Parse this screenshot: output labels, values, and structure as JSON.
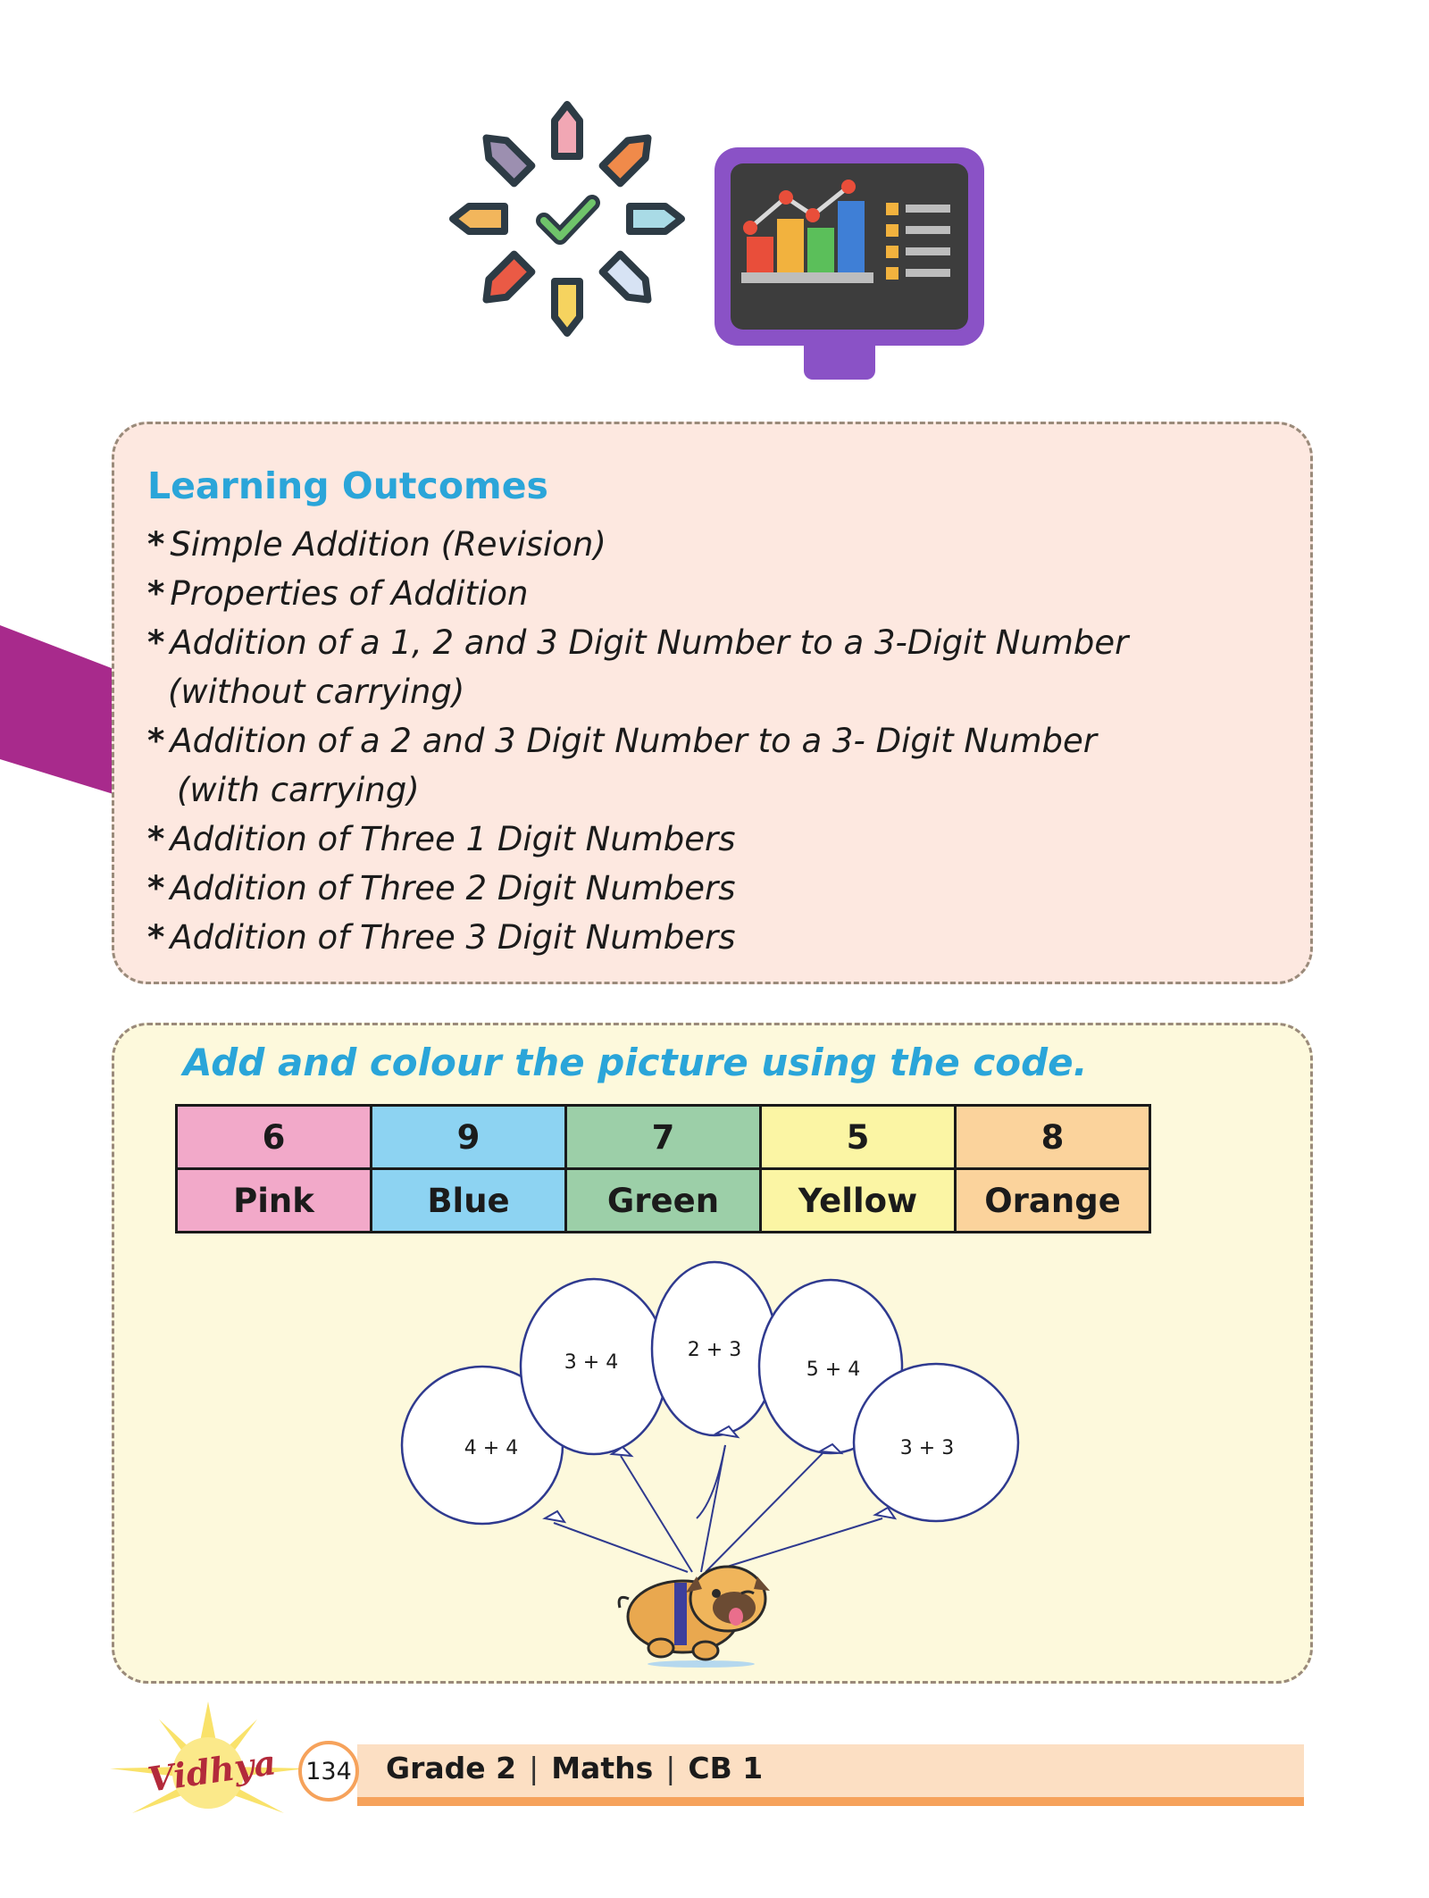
{
  "learning_outcomes": {
    "title": "Learning Outcomes",
    "bullet": "*",
    "items": [
      "Simple Addition (Revision)",
      "Properties of Addition",
      "Addition of a 1, 2 and 3 Digit Number to a 3-Digit Number",
      "(without carrying)",
      "Addition of a 2 and 3 Digit Number to a 3- Digit Number",
      "(with carrying)",
      "Addition of Three 1 Digit Numbers",
      "Addition of Three 2 Digit Numbers",
      "Addition of Three 3 Digit Numbers"
    ]
  },
  "activity": {
    "title": "Add and colour the picture using the code.",
    "code_table": {
      "numbers": [
        "6",
        "9",
        "7",
        "5",
        "8"
      ],
      "colours": [
        "Pink",
        "Blue",
        "Green",
        "Yellow",
        "Orange"
      ],
      "fills": [
        "#f2a9c9",
        "#8dd3f2",
        "#9ccfa8",
        "#fbf5a4",
        "#fbd39c"
      ]
    },
    "balloons": [
      "4 + 4",
      "3 + 4",
      "2 + 3",
      "5 + 4",
      "3 + 3"
    ]
  },
  "footer": {
    "page_number": "134",
    "grade": "Grade 2",
    "subject": "Maths",
    "book": "CB 1",
    "separator": "|",
    "logo": "Vidhya"
  },
  "colors": {
    "accent_blue": "#2aa5d9",
    "magenta_tab": "#a82a8c",
    "outcomes_bg": "#fde8e0",
    "activity_bg": "#fdf9dc",
    "footer_band": "#fcdfc3",
    "footer_accent": "#f6a25b"
  }
}
